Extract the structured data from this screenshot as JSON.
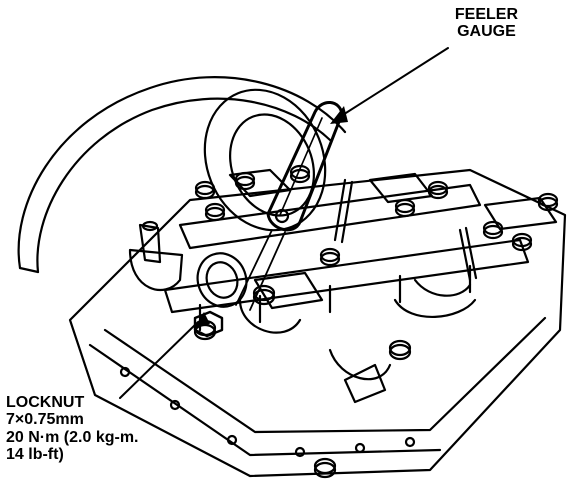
{
  "labels": {
    "feeler": [
      "FEELER",
      "GAUGE"
    ],
    "locknut": [
      "LOCKNUT",
      "7×0.75mm",
      "20 N·m (2.0 kg-m.",
      "14 lb-ft)"
    ]
  },
  "colors": {
    "ink": "#000000",
    "paper": "#ffffff"
  }
}
